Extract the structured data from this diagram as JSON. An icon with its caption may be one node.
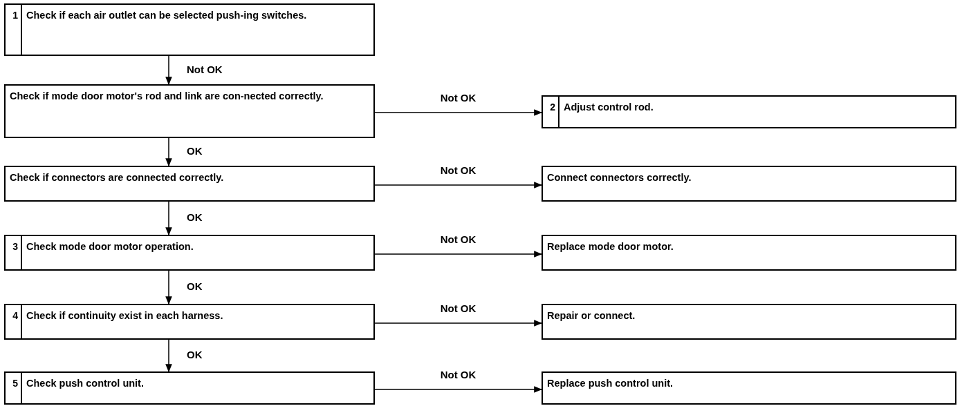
{
  "diagram": {
    "nodes": [
      {
        "text": [
          "1",
          "Check if each air outlet can be selected push-ing switches."
        ]
      },
      {
        "text": [
          "Check if mode door motor's rod and link are con-nected correctly."
        ]
      },
      {
        "text": [
          "2",
          "Adjust control rod."
        ]
      },
      {
        "text": [
          "Check if connectors are connected correctly."
        ]
      },
      {
        "text": [
          "Connect connectors correctly."
        ]
      },
      {
        "text": [
          "3",
          "Check mode door motor operation."
        ]
      },
      {
        "text": [
          "Replace mode door motor."
        ]
      },
      {
        "text": [
          "4",
          "Check if continuity exist in each harness."
        ]
      },
      {
        "text": [
          "Repair or connect."
        ]
      },
      {
        "text": [
          "5",
          "Check push control unit."
        ]
      },
      {
        "text": [
          "Replace push control unit."
        ]
      }
    ],
    "edges": [
      {
        "from": 0,
        "to": 1,
        "arrow": "to",
        "label": "Not OK"
      },
      {
        "from": 1,
        "to": 2,
        "arrow": "to",
        "label": "Not OK"
      },
      {
        "from": 1,
        "to": 3,
        "arrow": "to",
        "label": "OK"
      },
      {
        "from": 3,
        "to": 4,
        "arrow": "to",
        "label": "Not OK"
      },
      {
        "from": 3,
        "to": 5,
        "arrow": "to",
        "label": "OK"
      },
      {
        "from": 5,
        "to": 6,
        "arrow": "to",
        "label": "Not OK"
      },
      {
        "from": 5,
        "to": 7,
        "arrow": "to",
        "label": "OK"
      },
      {
        "from": 7,
        "to": 8,
        "arrow": "to",
        "label": "Not OK"
      },
      {
        "from": 7,
        "to": 9,
        "arrow": "to",
        "label": "OK"
      },
      {
        "from": 9,
        "to": 10,
        "arrow": "to",
        "label": "Not OK"
      }
    ]
  }
}
